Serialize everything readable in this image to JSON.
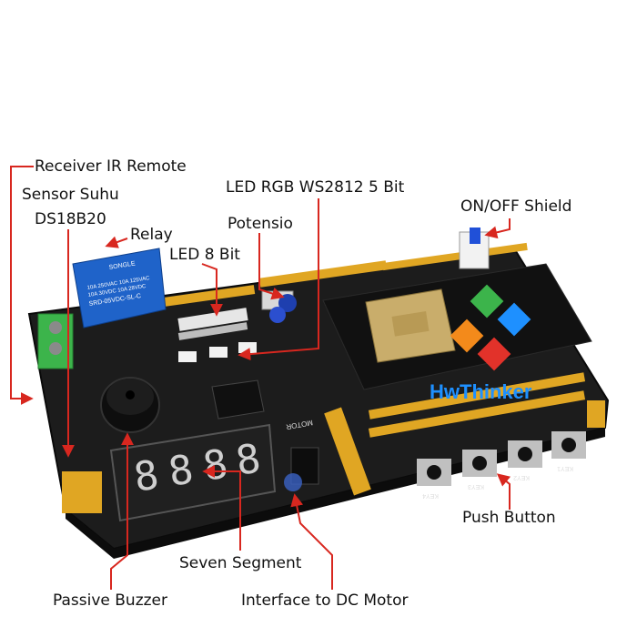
{
  "labels": {
    "receiver_ir": "Receiver IR Remote",
    "sensor_suhu_1": "Sensor Suhu",
    "sensor_suhu_2": "DS18B20",
    "led_rgb": "LED RGB  WS2812 5 Bit",
    "relay": "Relay",
    "potensio": "Potensio",
    "led_8bit": "LED 8 Bit",
    "on_off": "ON/OFF Shield",
    "push_button": "Push Button",
    "seven_segment": "Seven Segment",
    "passive_buzzer": "Passive Buzzer",
    "dc_motor": "Interface to  DC Motor"
  },
  "board": {
    "brand": "HwThinker",
    "relay_brand": "SONGLE",
    "relay_text": [
      "10A 250VAC  10A 125VAC",
      "10A 30VDC  10A 28VDC",
      "SRD-05VDC-SL-C"
    ],
    "motor_label": "MOTOR",
    "key_labels": [
      "KEY4",
      "KEY3",
      "KEY2",
      "KEY1"
    ],
    "seven_seg_digits": [
      "8",
      "8",
      "8",
      "8"
    ]
  },
  "colors": {
    "board": "#1c1c1c",
    "header_pin": "#e0a623",
    "pointer": "#d8271f",
    "relay_blue": "#1f63c9",
    "terminal_green": "#3cb44b",
    "brand_blue": "#1e90ff",
    "brand_orange": "#f38a1b"
  }
}
